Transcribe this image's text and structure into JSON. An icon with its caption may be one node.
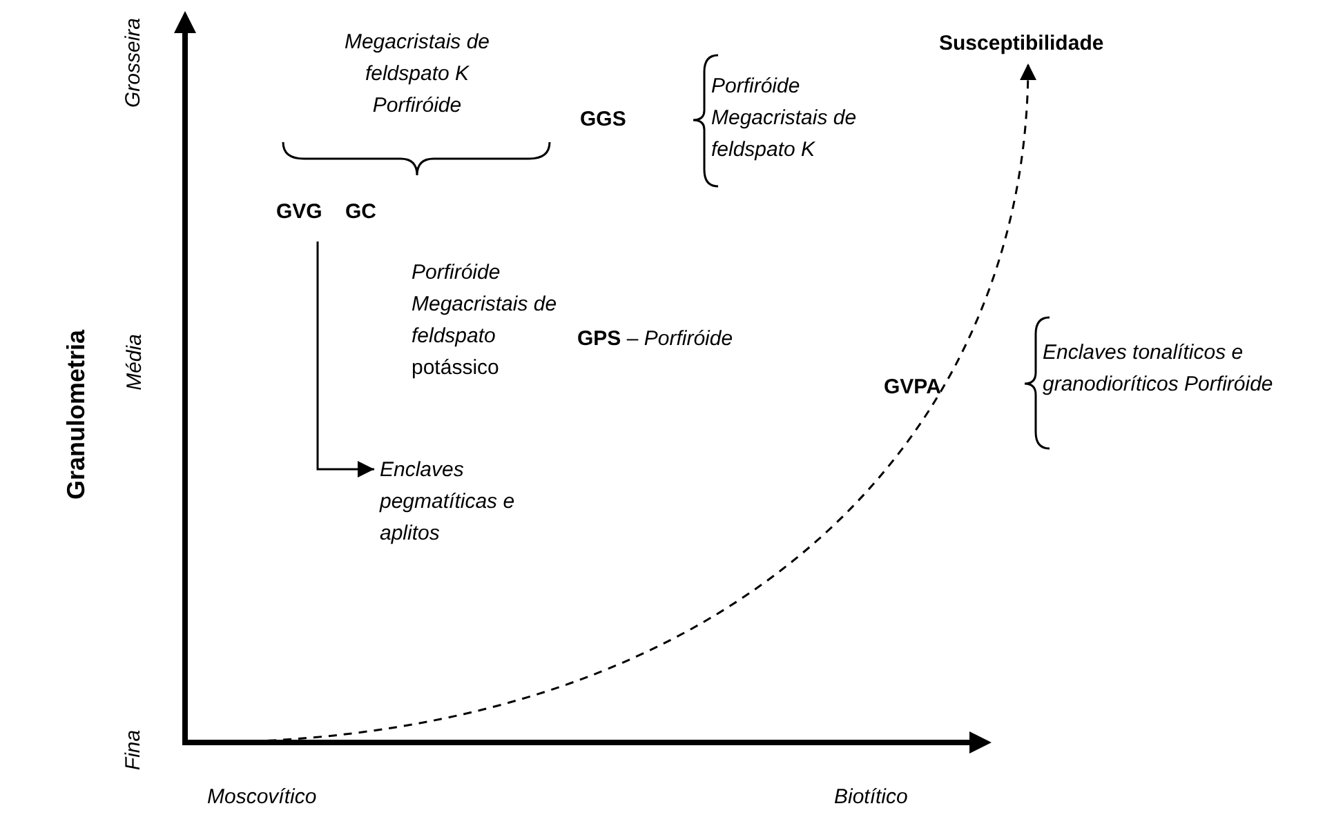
{
  "diagram": {
    "nodes": [
      {
        "text": [
          "GVG"
        ]
      },
      {
        "text": [
          "GC"
        ]
      },
      {
        "text": [
          "Enclaves pegmatíticas e aplitos"
        ]
      },
      {
        "text": [
          "GGS"
        ]
      },
      {
        "text": [
          "**GPS** – *Porfiróide*"
        ]
      },
      {
        "text": [
          "GVPA"
        ]
      },
      {
        "text": [
          "Susceptibilidade"
        ]
      }
    ],
    "edges": [
      {
        "from": 0,
        "to": 2,
        "arrow": "to"
      },
      {
        "from": null,
        "to": 6,
        "arrow": "to",
        "style": "dashed"
      }
    ],
    "labels": [
      "Grosseira",
      "Média",
      "Fina",
      "Granulometria",
      "Megacristais de feldspato K Porfiróide",
      "Porfiróide Megacristais de feldspato K",
      "*Porfiróide Megacristais de feldspato* potássico",
      "Enclaves tonalíticos e granodioríticos Porfiróide",
      "Moscovítico",
      "Biotítico"
    ]
  }
}
